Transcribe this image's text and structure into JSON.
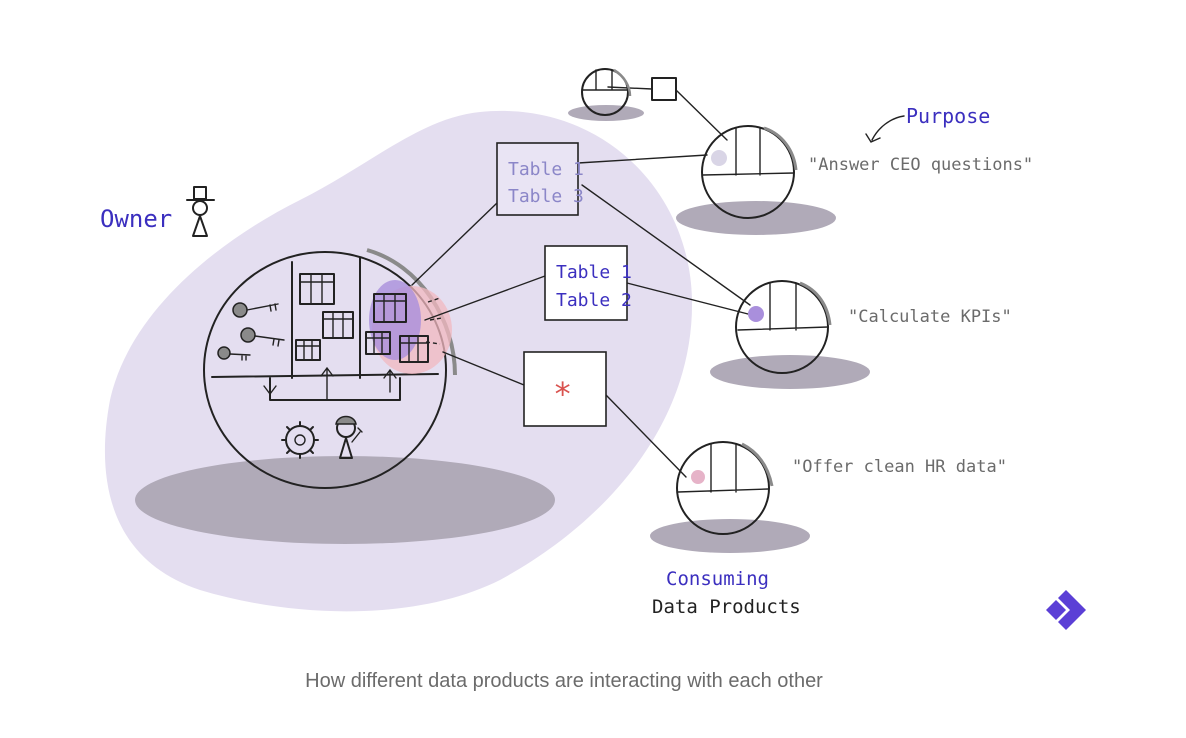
{
  "labels": {
    "owner": "Owner",
    "purpose": "Purpose",
    "consuming": "Consuming",
    "data_products": "Data Products"
  },
  "boxes": {
    "top": {
      "line1": "Table 1",
      "line2": "Table 3"
    },
    "middle": {
      "line1": "Table 1",
      "line2": "Table 2"
    },
    "bottom": {
      "symbol": "*"
    }
  },
  "purposes": [
    "\"Answer CEO questions\"",
    "\"Calculate KPIs\"",
    "\"Offer clean HR data\""
  ],
  "caption": "How different data products are interacting with each other",
  "colors": {
    "region": "#e4def0",
    "shadow": "#b0aab8",
    "accent": "#3b2fbf",
    "light_accent": "#8b86c8",
    "star": "#d9534f",
    "logo": "#5b3fd6"
  }
}
